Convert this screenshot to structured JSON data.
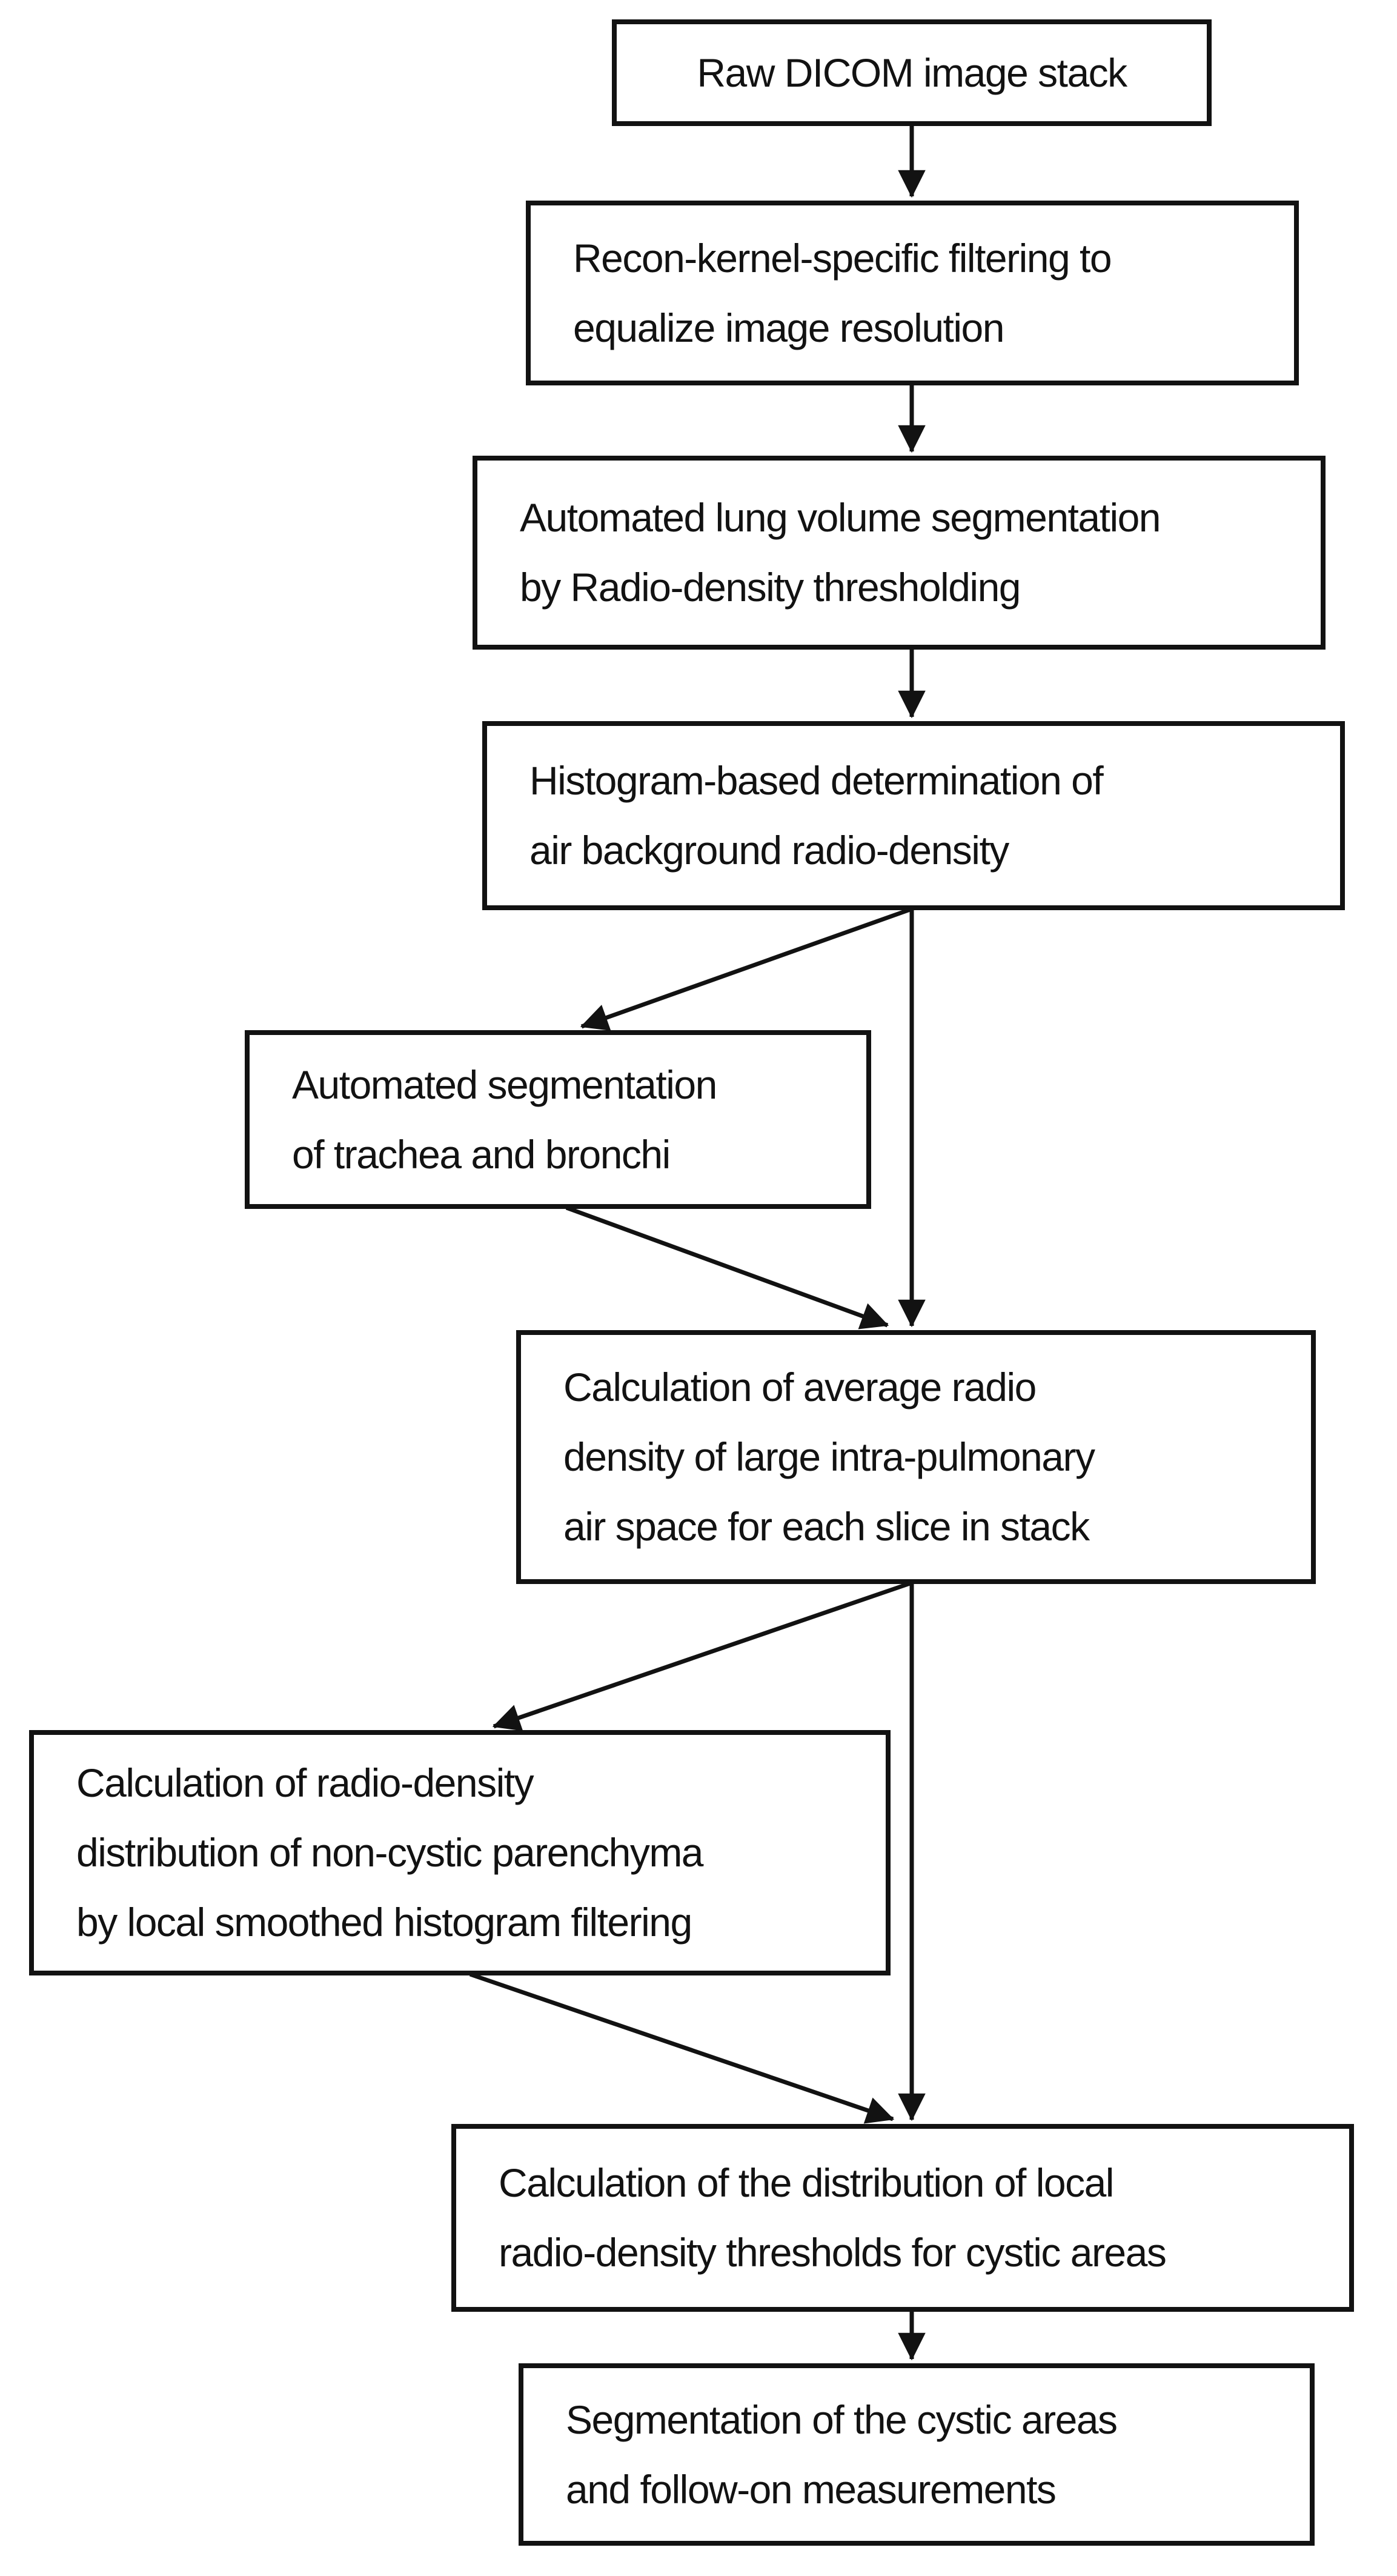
{
  "figure": {
    "type": "flowchart",
    "background_color": "#ffffff",
    "stroke_color": "#121212",
    "text_color": "#121212",
    "nodes": [
      {
        "id": "raw-dicom-stack",
        "lines": [
          "Raw DICOM image stack"
        ]
      },
      {
        "id": "recon-kernel-filtering",
        "lines": [
          "Recon-kernel-specific filtering to",
          "equalize image resolution"
        ]
      },
      {
        "id": "lung-volume-segmentation",
        "lines": [
          "Automated lung volume segmentation",
          "by Radio-density thresholding"
        ]
      },
      {
        "id": "air-background-histogram",
        "lines": [
          "Histogram-based determination of",
          "air background radio-density"
        ]
      },
      {
        "id": "trachea-bronchi-segmentation",
        "lines": [
          "Automated segmentation",
          "of trachea and bronchi"
        ]
      },
      {
        "id": "average-radio-density",
        "lines": [
          "Calculation of average radio",
          "density of large intra-pulmonary",
          "air space for each slice in stack"
        ]
      },
      {
        "id": "non-cystic-parenchyma",
        "lines": [
          "Calculation of radio-density",
          "distribution of non-cystic parenchyma",
          "by local smoothed histogram filtering"
        ]
      },
      {
        "id": "local-cystic-thresholds",
        "lines": [
          "Calculation of the distribution of local",
          "radio-density thresholds for cystic areas"
        ]
      },
      {
        "id": "cystic-segmentation",
        "lines": [
          "Segmentation of the cystic areas",
          "and follow-on measurements"
        ]
      }
    ],
    "edges": [
      {
        "from": "raw-dicom-stack",
        "to": "recon-kernel-filtering"
      },
      {
        "from": "recon-kernel-filtering",
        "to": "lung-volume-segmentation"
      },
      {
        "from": "lung-volume-segmentation",
        "to": "air-background-histogram"
      },
      {
        "from": "air-background-histogram",
        "to": "trachea-bronchi-segmentation"
      },
      {
        "from": "air-background-histogram",
        "to": "average-radio-density"
      },
      {
        "from": "trachea-bronchi-segmentation",
        "to": "average-radio-density"
      },
      {
        "from": "average-radio-density",
        "to": "non-cystic-parenchyma"
      },
      {
        "from": "average-radio-density",
        "to": "local-cystic-thresholds"
      },
      {
        "from": "non-cystic-parenchyma",
        "to": "local-cystic-thresholds"
      },
      {
        "from": "local-cystic-thresholds",
        "to": "cystic-segmentation"
      }
    ]
  }
}
